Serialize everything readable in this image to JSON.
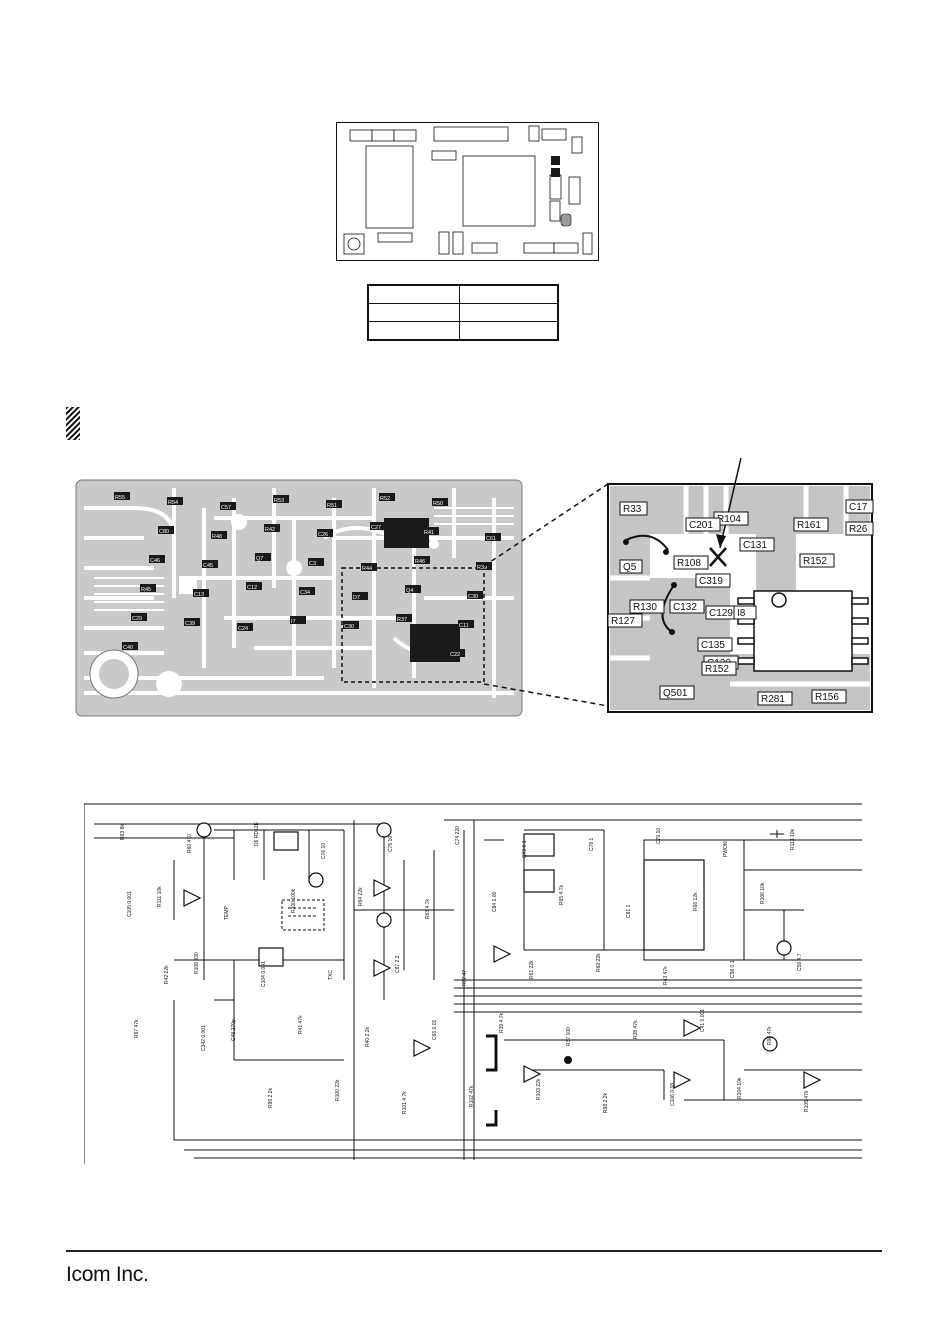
{
  "footer": {
    "brand": "Icom Inc."
  },
  "parts_table": {
    "rows": [
      [
        "",
        ""
      ],
      [
        "",
        ""
      ],
      [
        "",
        ""
      ]
    ]
  },
  "pcb_detail": {
    "labels": [
      "R33",
      "C17",
      "R26",
      "R104",
      "R161",
      "C201",
      "C131",
      "R152",
      "R108",
      "C319",
      "C132",
      "C129",
      "I8",
      "R127",
      "R130",
      "C135",
      "C130",
      "R152",
      "Q501",
      "R281",
      "R156",
      "Q5"
    ]
  },
  "pcb_board": {
    "labels": [
      "R55",
      "R54",
      "C57",
      "R53",
      "R51",
      "R52",
      "R50",
      "C61",
      "C80",
      "R48",
      "R42",
      "C26",
      "C27",
      "R41",
      "R39",
      "C46",
      "C45",
      "Q7",
      "C3",
      "R44",
      "R46",
      "C30",
      "R45",
      "C13",
      "C12",
      "C34",
      "D7",
      "Q4",
      "C11",
      "C29",
      "C39",
      "C24",
      "I7",
      "C30",
      "R37",
      "C22",
      "C40"
    ]
  },
  "schematic": {
    "labels": [
      "R63 8k",
      "R60 470",
      "D6 RD12E",
      "C76 10",
      "C75 10",
      "C74 220",
      "C73 0.1",
      "C78 1",
      "C79 10",
      "PWON",
      "R113 10k",
      "R111 10k",
      "TEMP",
      "R200 100k",
      "R64 22k",
      "R63 4.7k",
      "C84 1.00",
      "R65 4.7k",
      "C81 1",
      "R66 12k",
      "R106 10k",
      "C105 0.001",
      "R108 330",
      "C104 0.001",
      "TXC",
      "C87 2.2",
      "R57 47",
      "R61 22k",
      "R62 22k",
      "R43 47k",
      "C58 0.1",
      "C59 4.7",
      "R42 22k",
      "C48 270p",
      "R41 47k",
      "R40 2.2k",
      "C66 0.01",
      "R39 4.7k",
      "R37 100",
      "R38 47k",
      "C41 0.001",
      "R96 47k",
      "R97 47k",
      "C342 0.001",
      "R99 2.2k",
      "R100 22k",
      "R101 4.7k",
      "R102 47k",
      "R103 22k",
      "R98 2.2k",
      "C106 0.68",
      "R104 10k",
      "R105 47k"
    ]
  },
  "colors": {
    "ink": "#111111",
    "trace_fill": "#d2d2d2",
    "board_bg": "#ffffff",
    "component_fill": "#1a1a1a"
  }
}
